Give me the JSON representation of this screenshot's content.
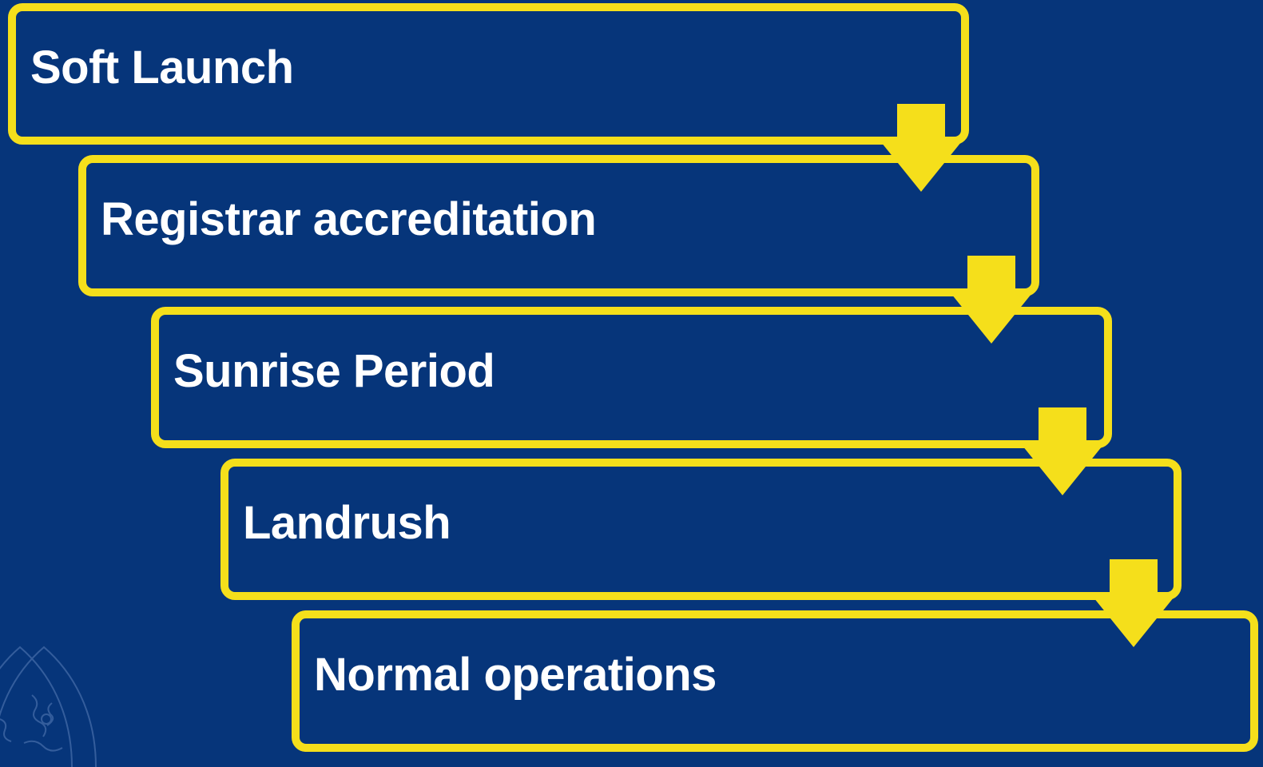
{
  "diagram": {
    "background_color": "#06357a",
    "accent_color": "#f5df1b",
    "text_color": "#ffffff",
    "steps": [
      {
        "label": "Soft Launch"
      },
      {
        "label": "Registrar accreditation"
      },
      {
        "label": "Sunrise Period"
      },
      {
        "label": "Landrush"
      },
      {
        "label": "Normal operations"
      }
    ],
    "connectors": [
      {
        "from": 0,
        "to": 1,
        "icon": "down-arrow-icon"
      },
      {
        "from": 1,
        "to": 2,
        "icon": "down-arrow-icon"
      },
      {
        "from": 2,
        "to": 3,
        "icon": "down-arrow-icon"
      },
      {
        "from": 3,
        "to": 4,
        "icon": "down-arrow-icon"
      }
    ],
    "watermark": {
      "icon": "globe-emblem-icon"
    }
  }
}
